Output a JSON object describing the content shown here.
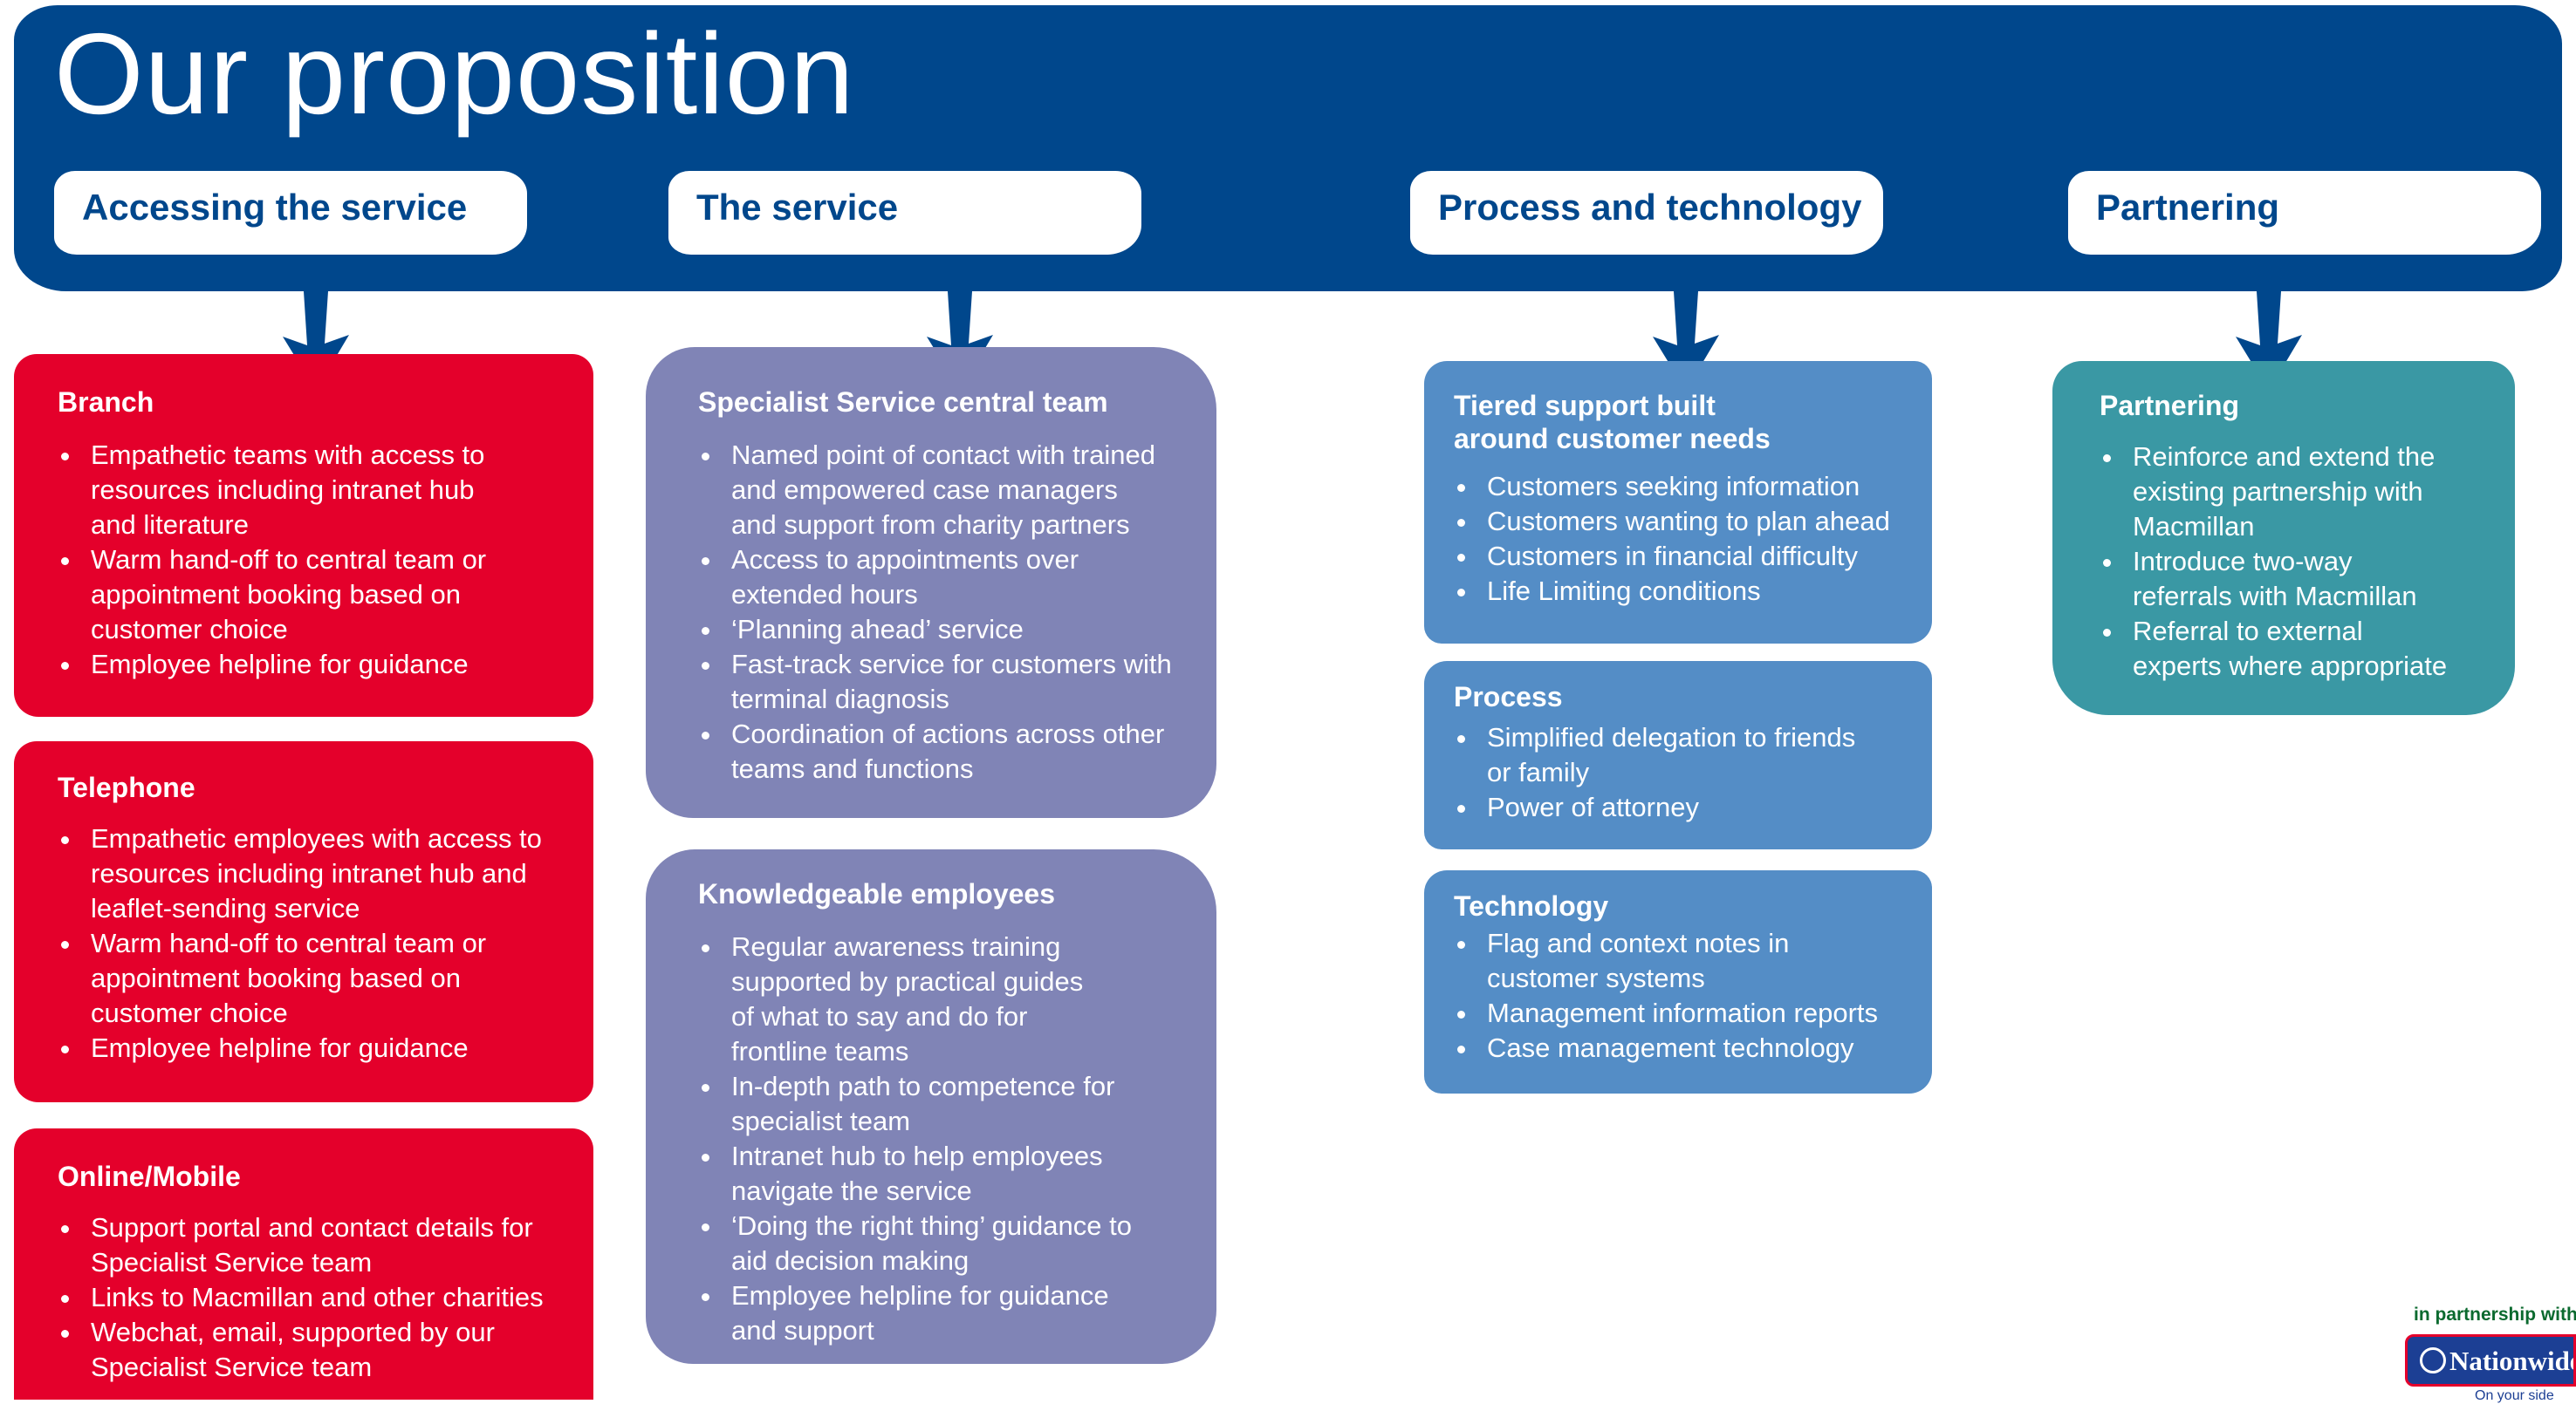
{
  "title": "Our proposition",
  "pillars": [
    {
      "label": "Accessing the service"
    },
    {
      "label": "The service"
    },
    {
      "label": "Process and technology"
    },
    {
      "label": "Partnering"
    }
  ],
  "accessing": {
    "branch": {
      "heading": "Branch",
      "items": [
        "Empathetic teams with access to\nresources including intranet hub\nand literature",
        "Warm hand-off to central team or\nappointment booking based on\ncustomer choice",
        "Employee helpline for guidance"
      ]
    },
    "telephone": {
      "heading": "Telephone",
      "items": [
        "Empathetic employees with access to\nresources including intranet hub and\nleaflet-sending service",
        "Warm hand-off to central team or\nappointment booking based on\ncustomer choice",
        "Employee helpline for guidance"
      ]
    },
    "online": {
      "heading": "Online/Mobile",
      "items": [
        "Support portal and contact details for\nSpecialist Service team",
        "Links to Macmillan and other charities",
        "Webchat, email, supported by our\nSpecialist Service team"
      ]
    }
  },
  "service": {
    "central": {
      "heading": "Specialist Service central team",
      "items": [
        "Named point of contact with trained\nand empowered case managers\nand support from charity partners",
        "Access to appointments over\nextended hours",
        "‘Planning ahead’ service",
        "Fast-track service for customers with\nterminal diagnosis",
        "Coordination of actions across other\nteams and functions"
      ]
    },
    "employees": {
      "heading": "Knowledgeable employees",
      "items": [
        "Regular awareness training\nsupported by practical guides\nof what to say and do for\nfrontline teams",
        "In-depth path to competence for\nspecialist team",
        "Intranet hub to help employees\nnavigate the service",
        "‘Doing the right thing’ guidance to\naid decision making",
        "Employee helpline for guidance\nand support"
      ]
    }
  },
  "process": {
    "tiered": {
      "heading": "Tiered support built\naround customer needs",
      "items": [
        "Customers seeking information",
        "Customers wanting to plan ahead",
        "Customers in financial difficulty",
        "Life Limiting conditions"
      ]
    },
    "process": {
      "heading": "Process",
      "items": [
        "Simplified delegation to friends\nor family",
        "Power of attorney"
      ]
    },
    "technology": {
      "heading": "Technology",
      "items": [
        "Flag and context notes in\ncustomer systems",
        "Management information reports",
        "Case management technology"
      ]
    }
  },
  "partnering": {
    "box": {
      "heading": "Partnering",
      "items": [
        "Reinforce and extend the\nexisting partnership with\nMacmillan",
        "Introduce two-way\nreferrals with Macmillan",
        "Referral to external\nexperts where appropriate"
      ]
    }
  },
  "footer": {
    "partner_text": "in partnership with",
    "logo_text": "Nationwide",
    "tagline": "On your side"
  },
  "colors": {
    "banner": "#00478c",
    "accessing": "#e4002b",
    "service": "#8084b6",
    "process": "#548dc6",
    "partnering": "#3a98a4"
  }
}
